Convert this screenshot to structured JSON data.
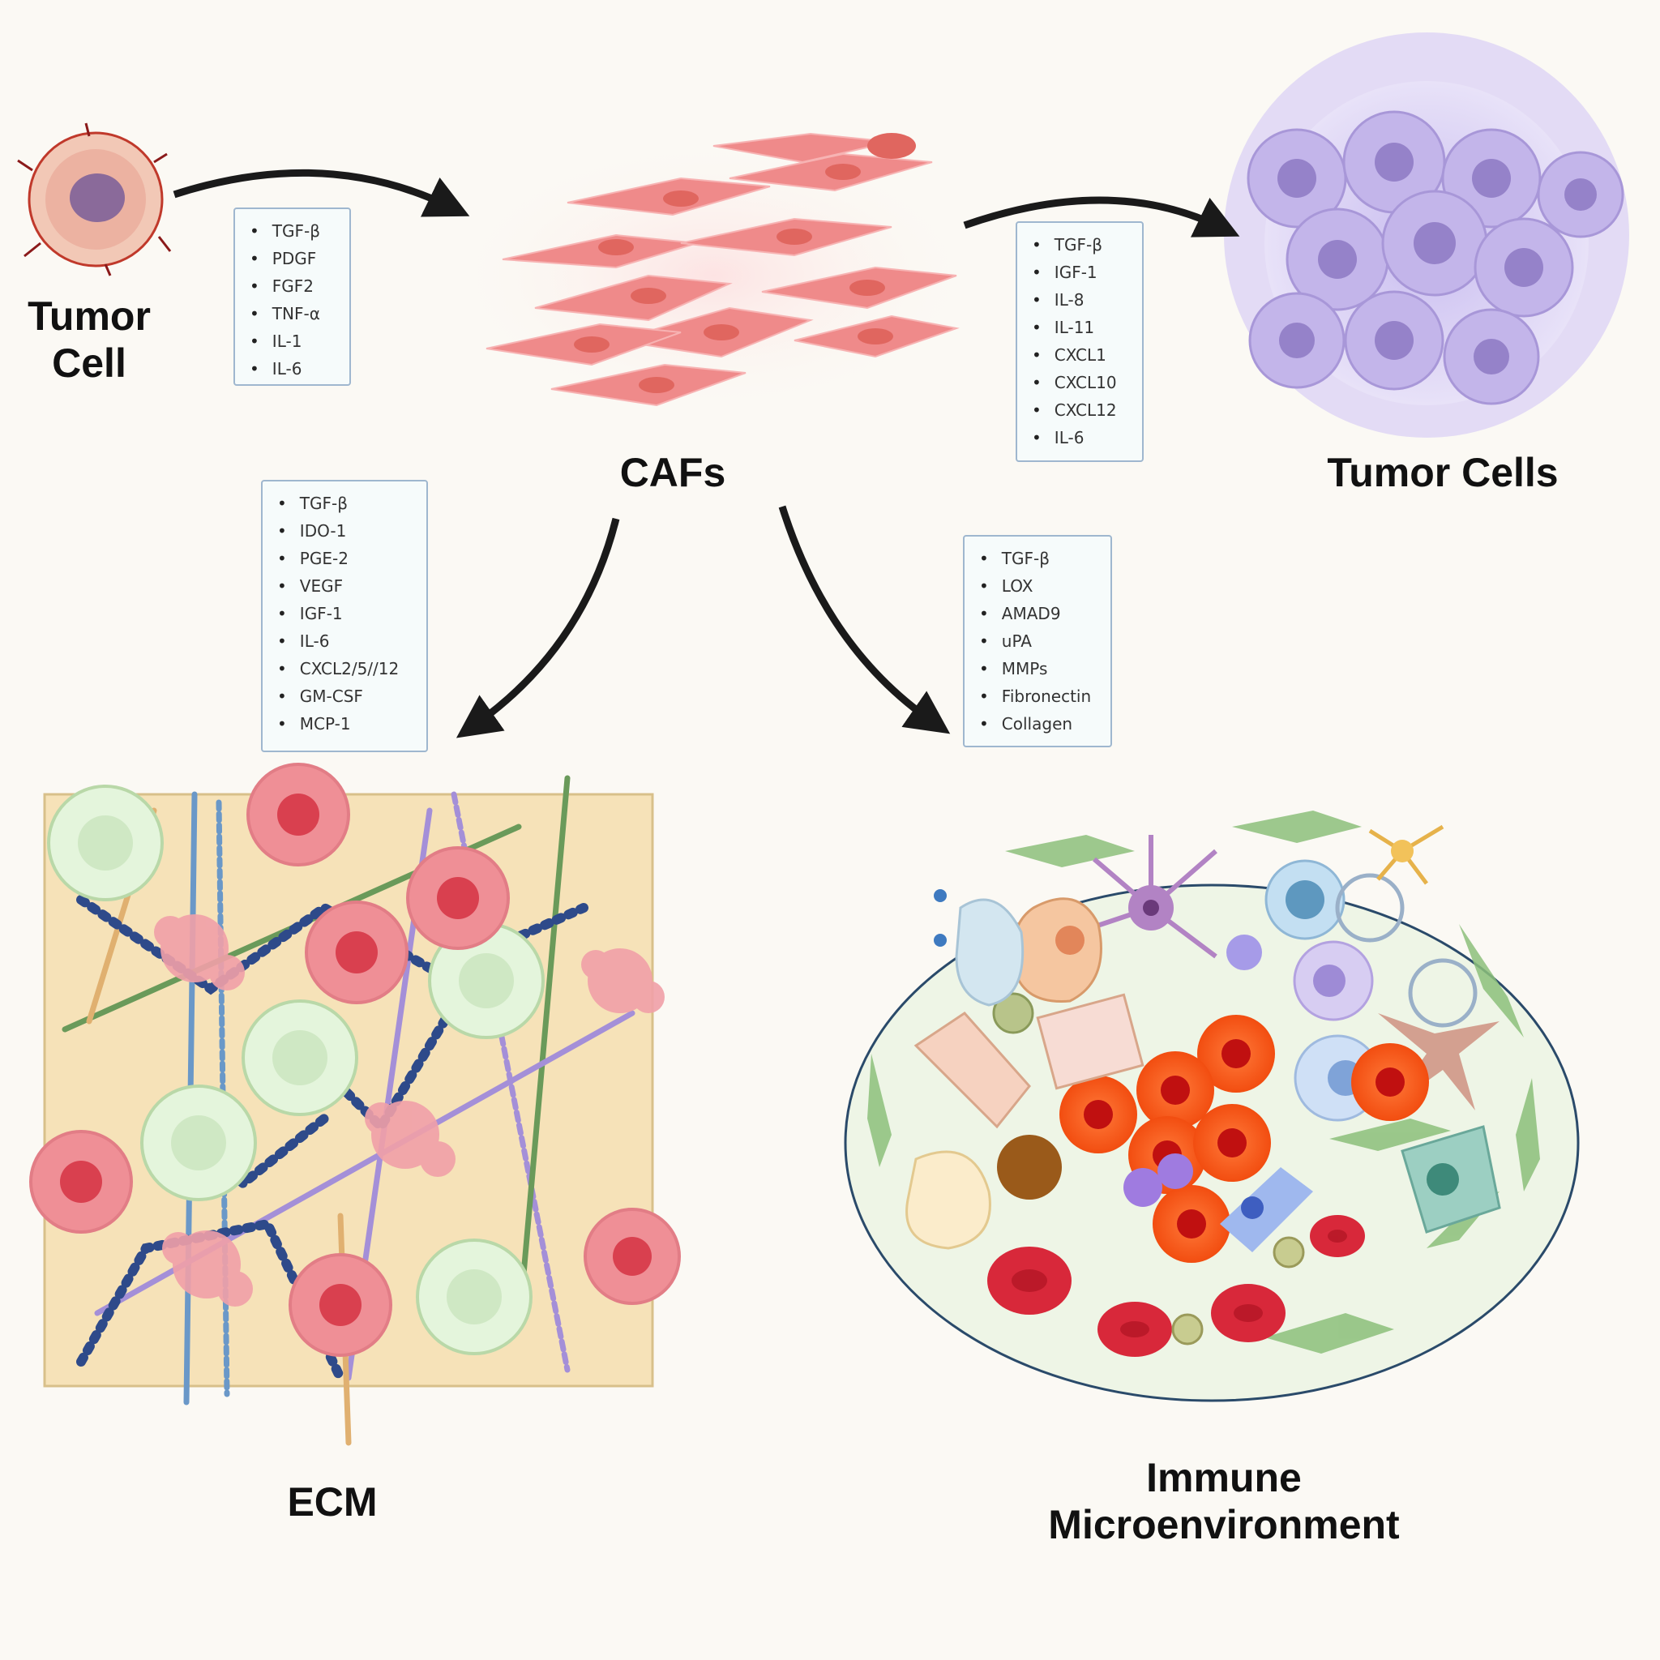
{
  "labels": {
    "tumor_cell": "Tumor\nCell",
    "cafs": "CAFs",
    "tumor_cells": "Tumor Cells",
    "ecm": "ECM",
    "immune": "Immune\nMicroenvironment"
  },
  "factor_boxes": {
    "tumor_to_caf": [
      "TGF-β",
      "PDGF",
      "FGF2",
      "TNF-α",
      "IL-1",
      "IL-6"
    ],
    "caf_to_tumor": [
      "TGF-β",
      "IGF-1",
      "IL-8",
      "IL-11",
      "CXCL1",
      "CXCL10",
      "CXCL12",
      "IL-6"
    ],
    "caf_to_ecm": [
      "TGF-β",
      "IDO-1",
      "PGE-2",
      "VEGF",
      "IGF-1",
      "IL-6",
      "CXCL2/5//12",
      "GM-CSF",
      "MCP-1"
    ],
    "caf_to_immune": [
      "TGF-β",
      "LOX",
      "AMAD9",
      "uPA",
      "MMPs",
      "Fibronectin",
      "Collagen"
    ]
  },
  "colors": {
    "caf_pink": "#ef8a8a",
    "tumor_purple": "#b8a8e0",
    "ecm_bg": "#f6e2b8",
    "arrow": "#1a1a1a"
  }
}
